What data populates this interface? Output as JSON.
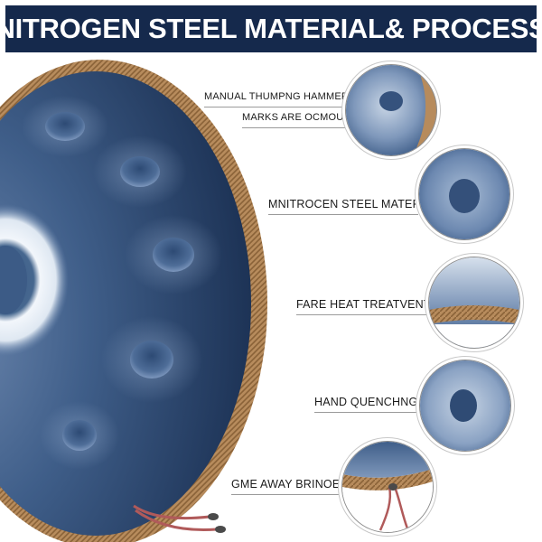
{
  "banner": {
    "title": "NITROGEN STEEL MATERIAL& PROCESS"
  },
  "callouts": [
    {
      "line1": "MANUAL THUMPNG HAMMER",
      "line2": "MARKS ARE OCMOUS"
    },
    {
      "text": "MNITROCEN STEEL MATERL"
    },
    {
      "text": "FARE HEAT TREATVENT"
    },
    {
      "text": "HAND QUENCHNG"
    },
    {
      "text": "GME AWAY BRINOEO ROPE"
    }
  ],
  "colors": {
    "banner_bg": "#15294c",
    "steel": "#3c5a85",
    "rope": "#b78b5c",
    "cord": "#b05a5a"
  }
}
